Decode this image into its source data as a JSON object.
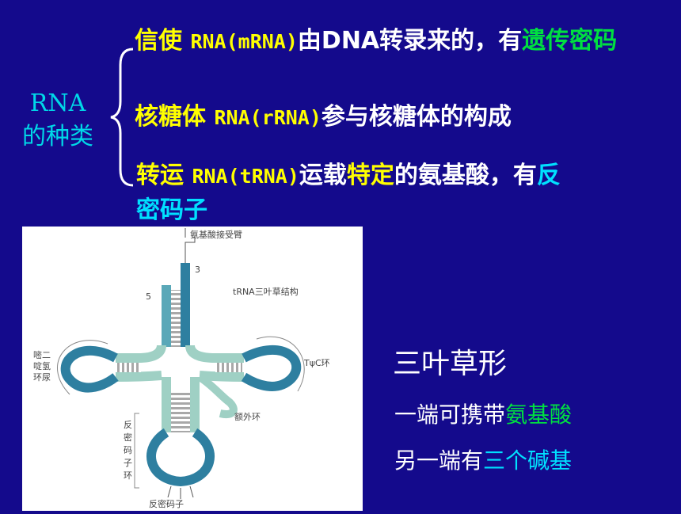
{
  "rna_label": [
    "RNA",
    "的种类"
  ],
  "types": [
    {
      "name": "信使",
      "abbr": "RNA(mRNA)",
      "desc": "由DNA转录来的，有",
      "highlight": "遗传密码"
    },
    {
      "name": "核糖体",
      "abbr": "RNA(rRNA)",
      "desc": "参与核糖体的构成"
    },
    {
      "name": "转运",
      "abbr": "RNA(tRNA)",
      "desc_a": "运载",
      "highlight_a": "特定",
      "desc_b": "的氨基酸，有",
      "highlight_b": "反",
      "highlight_c": "密码子"
    }
  ],
  "figure": {
    "labels": {
      "acceptor": "氨基酸接受臂",
      "three_prime": "3",
      "five_prime": "5",
      "title": "tRNA三叶草结构",
      "d_loop": [
        "嘧二",
        "啶氢",
        "环尿"
      ],
      "t_loop": "TψC环",
      "variable_loop": "额外环",
      "anticodon_loop": [
        "反",
        "密",
        "码",
        "子",
        "环"
      ],
      "anticodon": "反密码子"
    }
  },
  "side": {
    "title": "三叶草形",
    "line1_a": "一端可携带",
    "line1_b": "氨基酸",
    "line2_a": "另一端有",
    "line2_b": "三个碱基"
  },
  "colors": {
    "background": "#140a8c",
    "yellow": "#ffff00",
    "green": "#00e040",
    "cyan": "#00e0ff"
  }
}
